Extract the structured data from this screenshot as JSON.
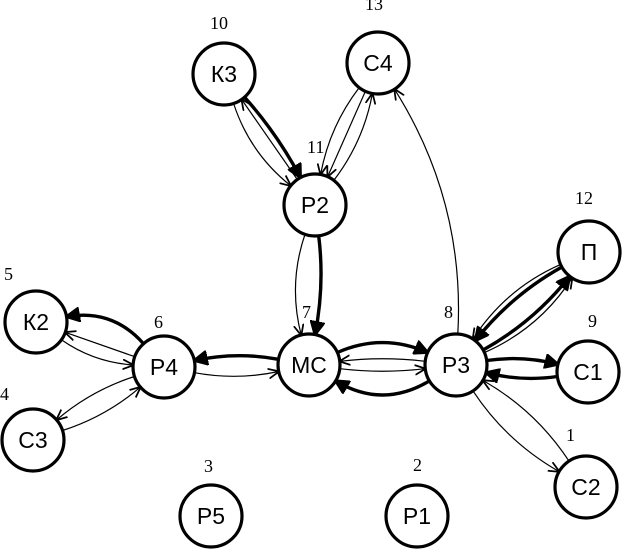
{
  "nodes": [
    {
      "id": "K3",
      "label": "К3",
      "number": "10"
    },
    {
      "id": "C4",
      "label": "С4",
      "number": "13"
    },
    {
      "id": "P2",
      "label": "Р2",
      "number": "11"
    },
    {
      "id": "K2",
      "label": "К2",
      "number": "5"
    },
    {
      "id": "P4",
      "label": "Р4",
      "number": "6"
    },
    {
      "id": "MC",
      "label": "МС",
      "number": "7"
    },
    {
      "id": "P3",
      "label": "Р3",
      "number": "8"
    },
    {
      "id": "PI",
      "label": "П",
      "number": "12"
    },
    {
      "id": "C1",
      "label": "С1",
      "number": "9"
    },
    {
      "id": "C3",
      "label": "С3",
      "number": "4"
    },
    {
      "id": "C2",
      "label": "С2",
      "number": "1"
    },
    {
      "id": "P5",
      "label": "Р5",
      "number": "3"
    },
    {
      "id": "P1",
      "label": "Р1",
      "number": "2"
    }
  ],
  "edges": [
    {
      "from": "K3",
      "to": "P2",
      "weight": "heavy"
    },
    {
      "from": "P2",
      "to": "K3",
      "weight": "light"
    },
    {
      "from": "K3",
      "to": "P2",
      "weight": "light"
    },
    {
      "from": "P2",
      "to": "C4",
      "weight": "light"
    },
    {
      "from": "C4",
      "to": "P2",
      "weight": "light"
    },
    {
      "from": "C4",
      "to": "P2",
      "weight": "light"
    },
    {
      "from": "P2",
      "to": "MC",
      "weight": "heavy"
    },
    {
      "from": "P2",
      "to": "MC",
      "weight": "light"
    },
    {
      "from": "P3",
      "to": "C4",
      "weight": "light"
    },
    {
      "from": "P4",
      "to": "K2",
      "weight": "heavy"
    },
    {
      "from": "P4",
      "to": "K2",
      "weight": "light"
    },
    {
      "from": "K2",
      "to": "P4",
      "weight": "light"
    },
    {
      "from": "C3",
      "to": "P4",
      "weight": "light"
    },
    {
      "from": "P4",
      "to": "C3",
      "weight": "light"
    },
    {
      "from": "MC",
      "to": "P4",
      "weight": "heavy"
    },
    {
      "from": "P4",
      "to": "MC",
      "weight": "light"
    },
    {
      "from": "MC",
      "to": "P3",
      "weight": "heavy"
    },
    {
      "from": "MC",
      "to": "P3",
      "weight": "light"
    },
    {
      "from": "P3",
      "to": "MC",
      "weight": "light"
    },
    {
      "from": "P3",
      "to": "MC",
      "weight": "heavy"
    },
    {
      "from": "P3",
      "to": "PI",
      "weight": "light"
    },
    {
      "from": "PI",
      "to": "P3",
      "weight": "heavy"
    },
    {
      "from": "P3",
      "to": "PI",
      "weight": "heavy"
    },
    {
      "from": "PI",
      "to": "P3",
      "weight": "light"
    },
    {
      "from": "P3",
      "to": "C1",
      "weight": "heavy"
    },
    {
      "from": "C1",
      "to": "P3",
      "weight": "heavy"
    },
    {
      "from": "P3",
      "to": "C2",
      "weight": "light"
    },
    {
      "from": "C2",
      "to": "P3",
      "weight": "light"
    }
  ]
}
